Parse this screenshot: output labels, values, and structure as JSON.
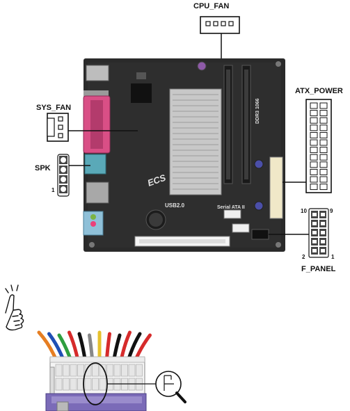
{
  "labels": {
    "cpu_fan": "CPU_FAN",
    "sys_fan": "SYS_FAN",
    "spk": "SPK",
    "atx_power": "ATX_POWER",
    "f_panel": "F_PANEL",
    "spk_pin_1": "1",
    "f_panel_pin_10": "10",
    "f_panel_pin_9": "9",
    "f_panel_pin_2": "2",
    "f_panel_pin_1": "1"
  },
  "board_text": {
    "usb": "USB2.0",
    "sata": "Serial ATA II",
    "ddr": "DDR3 1066",
    "brand": "ECS"
  },
  "icons": {
    "note": "pointing-hand-note-icon",
    "magnifier": "magnifier-icon"
  },
  "colors": {
    "board": "#2a2a2a",
    "heatsink": "#c8c8c8",
    "connector_white": "#f4f4f4",
    "parallel_port": "#d94f86",
    "connector_purple": "#7b6bb8",
    "wire_colors": [
      "#e67e22",
      "#1f4fb5",
      "#2e9e3f",
      "#d62b2b",
      "#111111",
      "#888888",
      "#e6c12e",
      "#d62b2b",
      "#111111",
      "#d62b2b",
      "#111111",
      "#d62b2b"
    ]
  }
}
